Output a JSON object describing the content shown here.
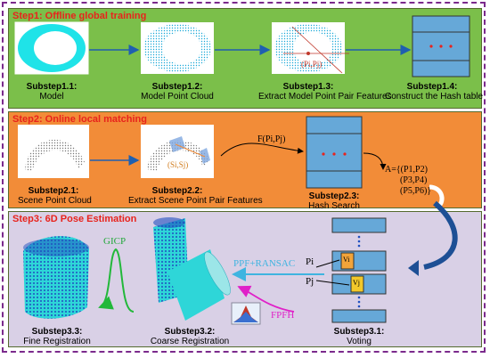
{
  "steps": {
    "step1": "Step1: Offline global training",
    "step2": "Step2: Online local matching",
    "step3": "Step3: 6D Pose Estimation"
  },
  "substeps": {
    "s11": {
      "title": "Substep1.1:",
      "desc": "Model"
    },
    "s12": {
      "title": "Substep1.2:",
      "desc": "Model Point Cloud"
    },
    "s13": {
      "title": "Substep1.3:",
      "desc": "Extract Model Point Pair Features"
    },
    "s14": {
      "title": "Substep1.4:",
      "desc": "Construct the Hash table"
    },
    "s21": {
      "title": "Substep2.1:",
      "desc": "Scene Point Cloud"
    },
    "s22": {
      "title": "Substep2.2:",
      "desc": "Extract Scene Point Pair Features"
    },
    "s23": {
      "title": "Substep2.3:",
      "desc": "Hash Search"
    },
    "s31": {
      "title": "Substep3.1:",
      "desc": "Voting"
    },
    "s32": {
      "title": "Substep3.2:",
      "desc": "Coarse Registration"
    },
    "s33": {
      "title": "Substep3.3:",
      "desc": "Fine Registration"
    }
  },
  "annotations": {
    "pipj": "(Pi,Pj)",
    "sisj": "(Si,Sj)",
    "fpipj": "F(Pi,Pj)",
    "a_line1": "A={(P1,P2)",
    "a_line2": "(P3,P4)",
    "a_line3": "(P5,P6)}",
    "pi": "Pi",
    "pj": "Pj",
    "vi": "Vi",
    "vj": "Vj",
    "gicp": "GICP",
    "ppf_ransac": "PPF+RANSAC",
    "fpfh": "FPFH"
  },
  "colors": {
    "step1_bg": "#7bbf4a",
    "step2_bg": "#f28c38",
    "step3_bg": "#d9d0e6",
    "hash_table": "#66a8d8",
    "model_cyan": "#1fe3e8",
    "step_title": "#e8231c"
  }
}
